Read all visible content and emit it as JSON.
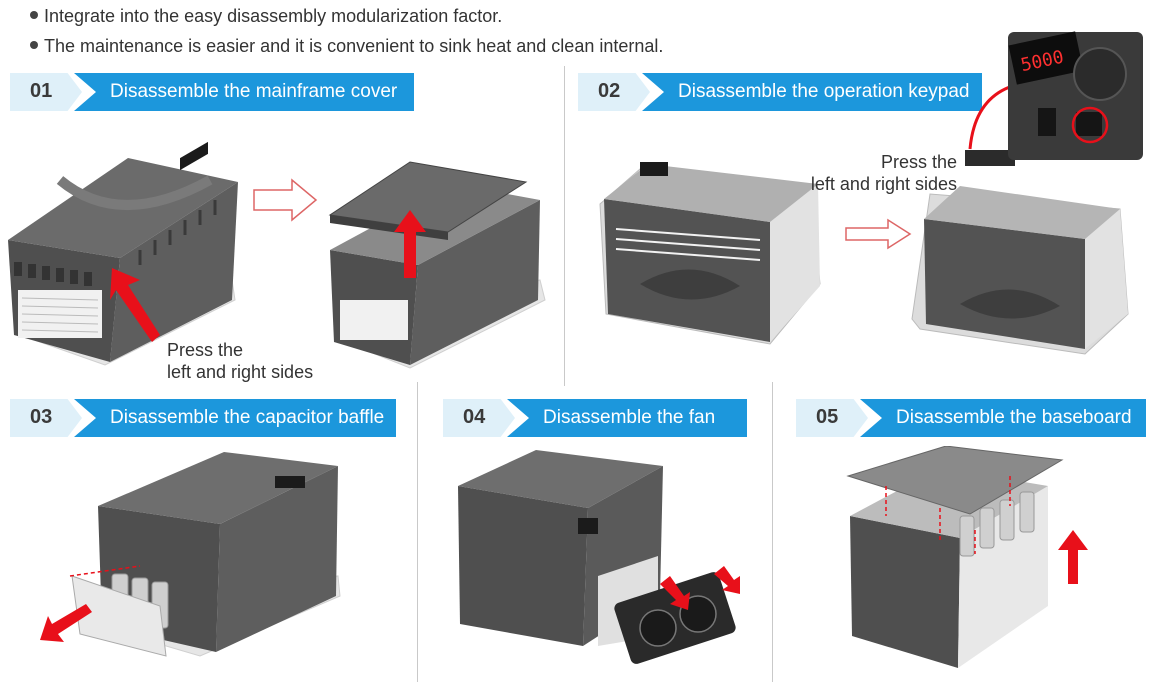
{
  "bullets": [
    "Integrate into the easy disassembly modularization factor.",
    "The maintenance is easier and it is convenient to sink heat and clean internal."
  ],
  "steps": [
    {
      "num": "01",
      "label": "Disassemble the mainframe cover"
    },
    {
      "num": "02",
      "label": "Disassemble the operation keypad"
    },
    {
      "num": "03",
      "label": "Disassemble the capacitor baffle"
    },
    {
      "num": "04",
      "label": "Disassemble the fan"
    },
    {
      "num": "05",
      "label": "Disassemble the baseboard"
    }
  ],
  "notes": {
    "step1": [
      "Press the",
      "left and right sides"
    ],
    "step2": [
      "Press the",
      "left and right sides"
    ]
  },
  "display_readout": "5000",
  "colors": {
    "header_blue": "#1c97dc",
    "number_bg": "#dff0f9",
    "arrow_red": "#e8101a",
    "device_dark": "#505050",
    "device_light": "#e6e6e6"
  }
}
